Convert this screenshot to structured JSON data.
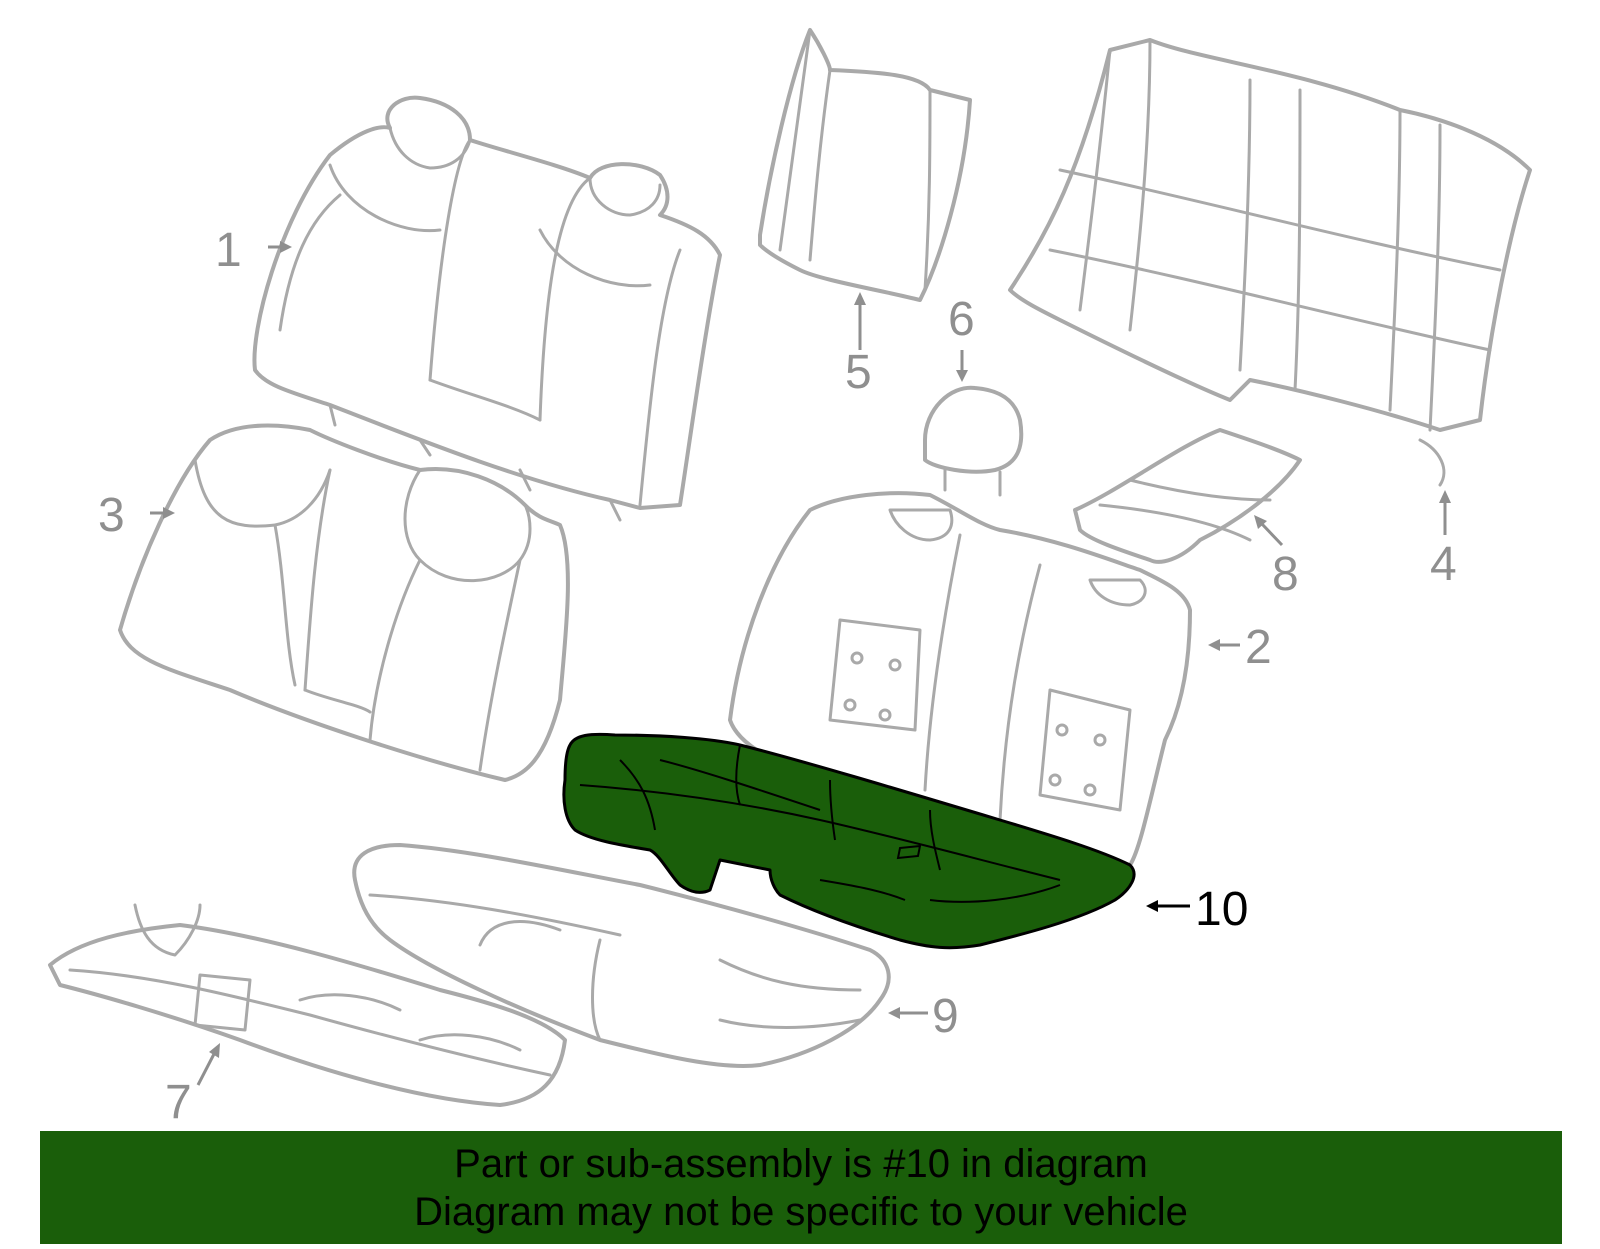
{
  "diagram": {
    "callouts": [
      {
        "number": "1"
      },
      {
        "number": "2"
      },
      {
        "number": "3"
      },
      {
        "number": "4"
      },
      {
        "number": "5"
      },
      {
        "number": "6"
      },
      {
        "number": "7"
      },
      {
        "number": "8"
      },
      {
        "number": "9"
      },
      {
        "number": "10",
        "highlighted": true
      }
    ],
    "highlight_color": "#1a5e0a",
    "line_color": "#a9a9a9"
  },
  "footer": {
    "line1": "Part or sub-assembly is #10 in diagram",
    "line2": "Diagram may not be specific to your vehicle"
  }
}
